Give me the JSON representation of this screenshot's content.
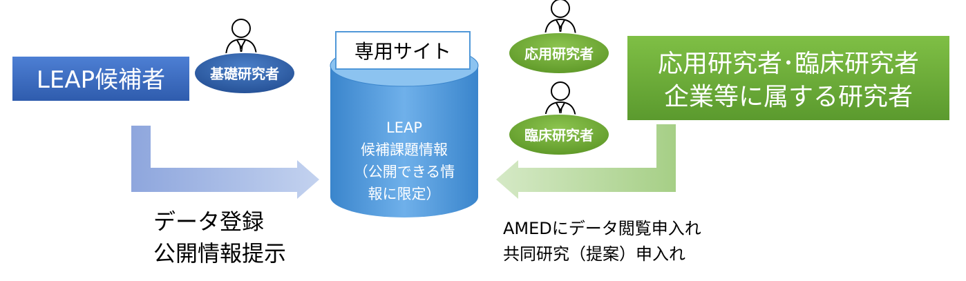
{
  "left_box": {
    "label": "LEAP候補者"
  },
  "right_box": {
    "line1": "応用研究者･臨床研究者",
    "line2": "企業等に属する研究者"
  },
  "site": {
    "title": "専用サイト",
    "lines": [
      "LEAP",
      "候補課題情報",
      "（公開できる情",
      "報に限定）"
    ]
  },
  "researchers": {
    "basic": "基礎研究者",
    "applied": "応用研究者",
    "clinical": "臨床研究者"
  },
  "left_caption": [
    "データ登録",
    "公開情報提示"
  ],
  "right_caption": [
    "AMEDにデータ閲覧申入れ",
    "共同研究（提案）申入れ"
  ],
  "colors": {
    "blue_box": "#3f6fc5",
    "green_box": "#6aa83a",
    "oval_blue": "#2e5fa8",
    "oval_green": "#6fa832",
    "cylinder": "#4f97d8"
  },
  "icons": [
    "person-icon"
  ]
}
